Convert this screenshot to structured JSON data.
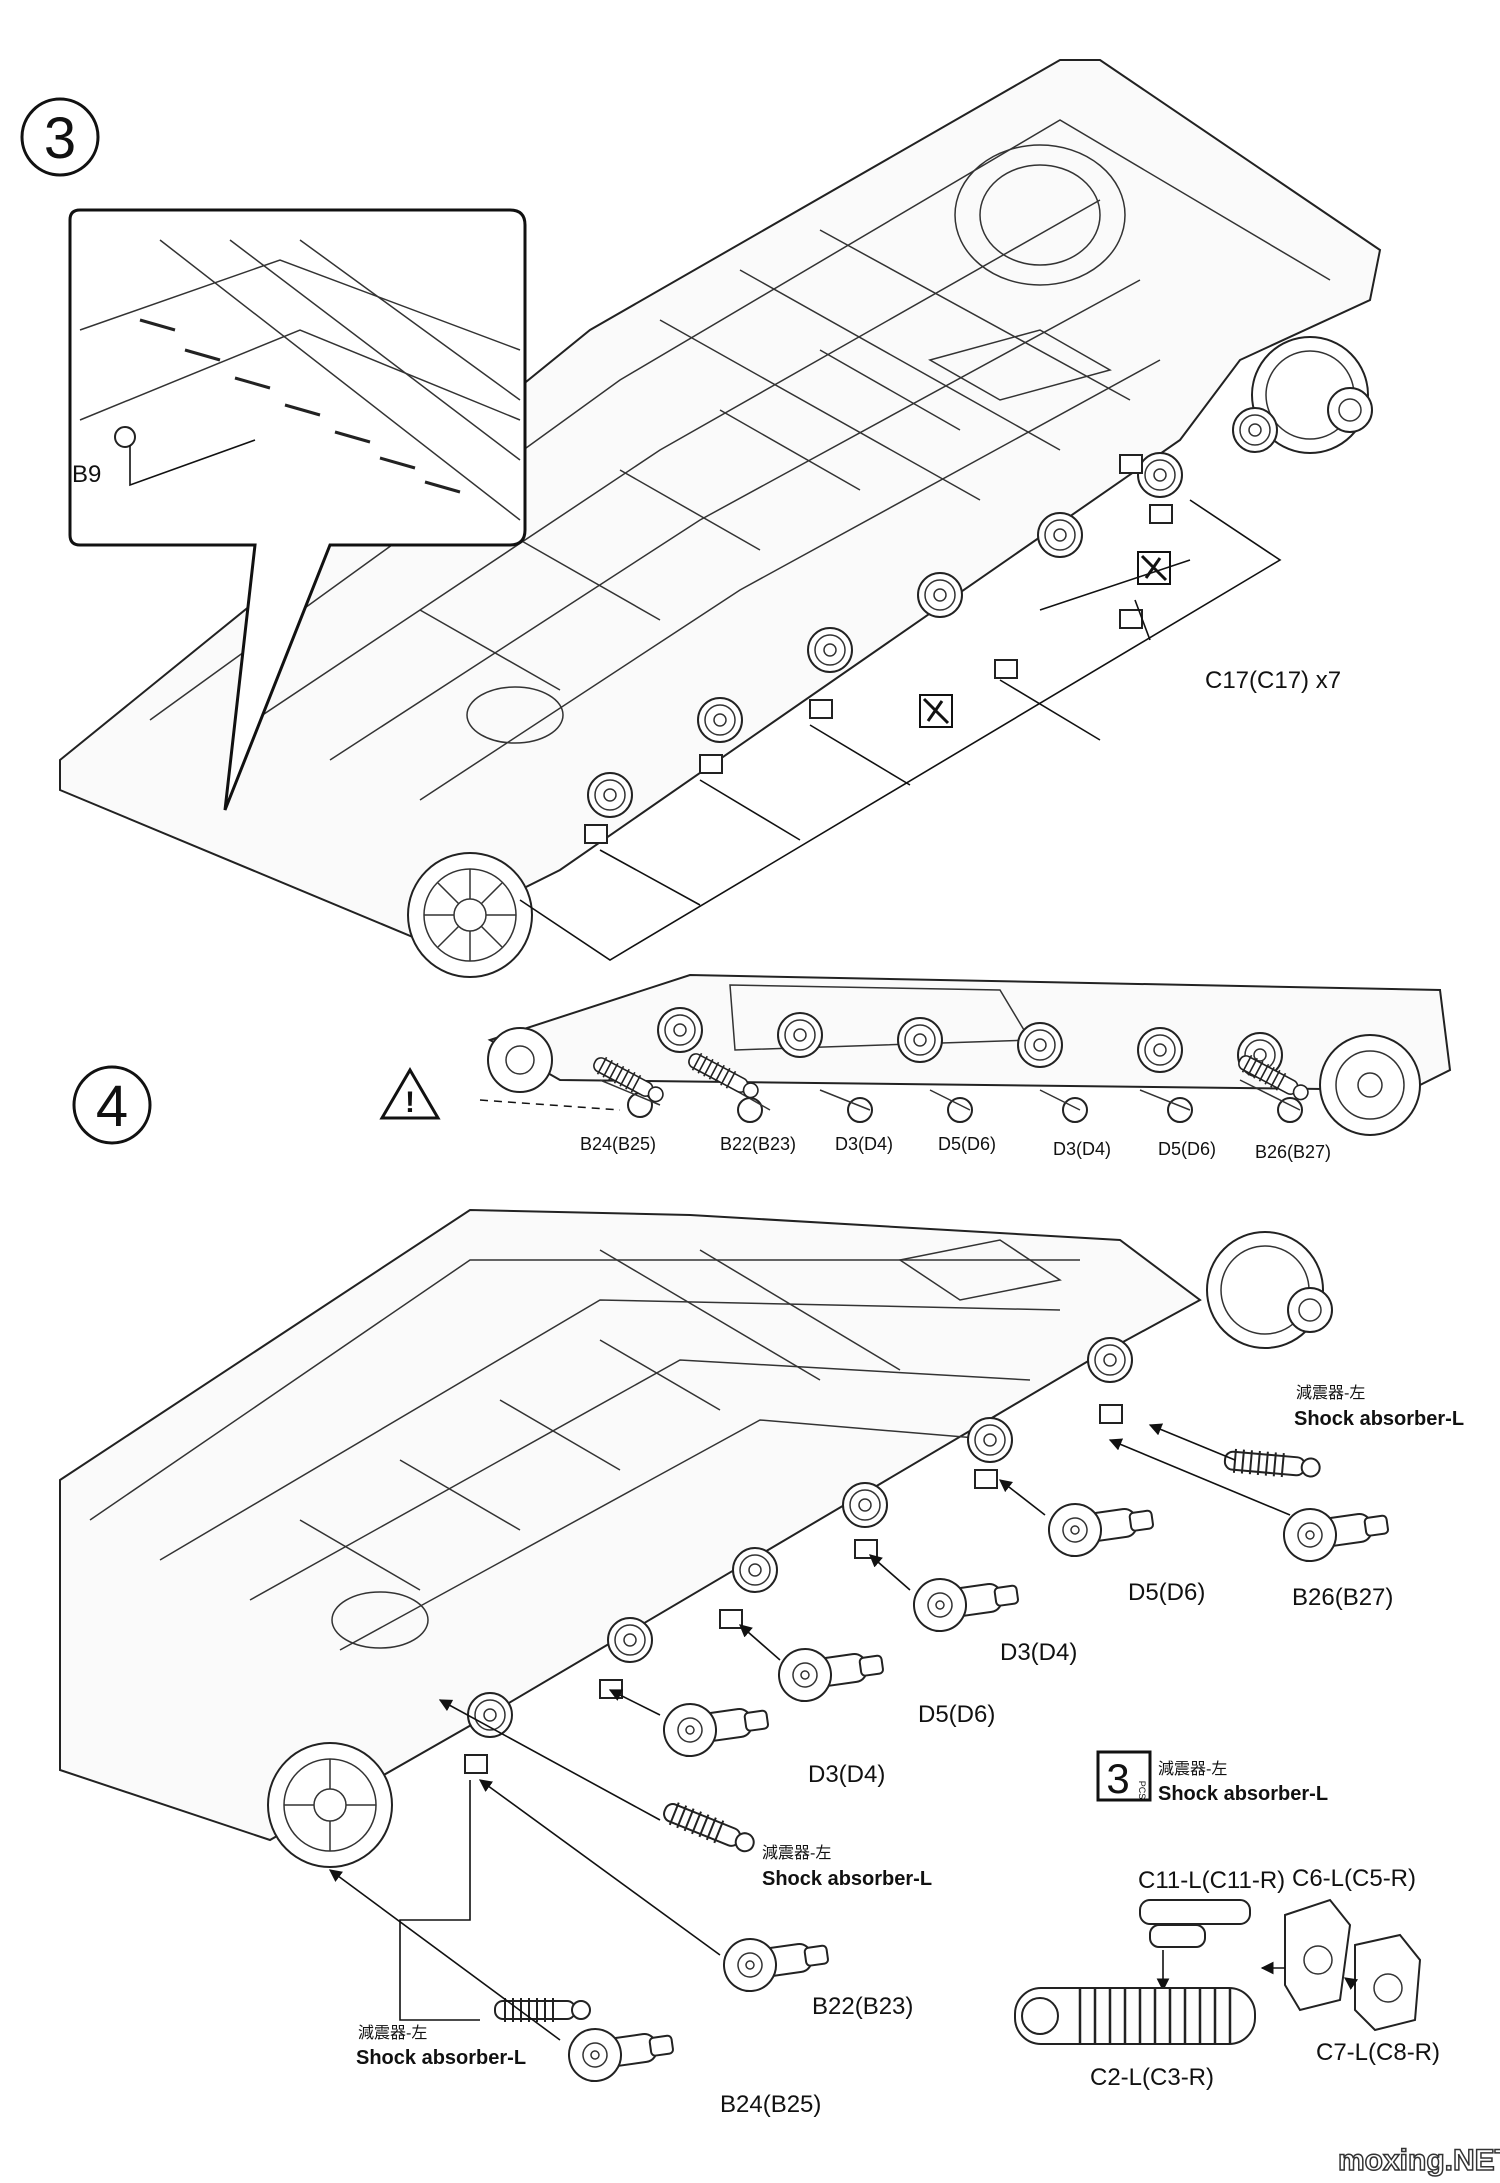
{
  "steps": [
    {
      "number": "3"
    },
    {
      "number": "4"
    }
  ],
  "step3": {
    "detail_part": "B9",
    "callout_part": "C17(C17) x7"
  },
  "side_view_labels": [
    "B24(B25)",
    "B22(B23)",
    "D3(D4)",
    "D5(D6)",
    "D3(D4)",
    "D5(D6)",
    "B26(B27)"
  ],
  "step4": {
    "parts": {
      "d5_a": "D5(D6)",
      "b26": "B26(B27)",
      "d3_a": "D3(D4)",
      "d5_b": "D5(D6)",
      "d3_b": "D3(D4)",
      "b22": "B22(B23)",
      "b24": "B24(B25)"
    },
    "shock_labels": [
      {
        "cn": "減震器-左",
        "en": "Shock absorber-L"
      },
      {
        "cn": "減震器-左",
        "en": "Shock absorber-L"
      },
      {
        "cn": "減震器-左",
        "en": "Shock absorber-L"
      }
    ]
  },
  "subassembly": {
    "quantity": "3",
    "quantity_unit": "PCS",
    "cn": "減震器-左",
    "en": "Shock absorber-L",
    "parts": {
      "c11": "C11-L(C11-R)",
      "c6": "C6-L(C5-R)",
      "c2": "C2-L(C3-R)",
      "c7": "C7-L(C8-R)"
    }
  },
  "watermark": "moxing.NET"
}
